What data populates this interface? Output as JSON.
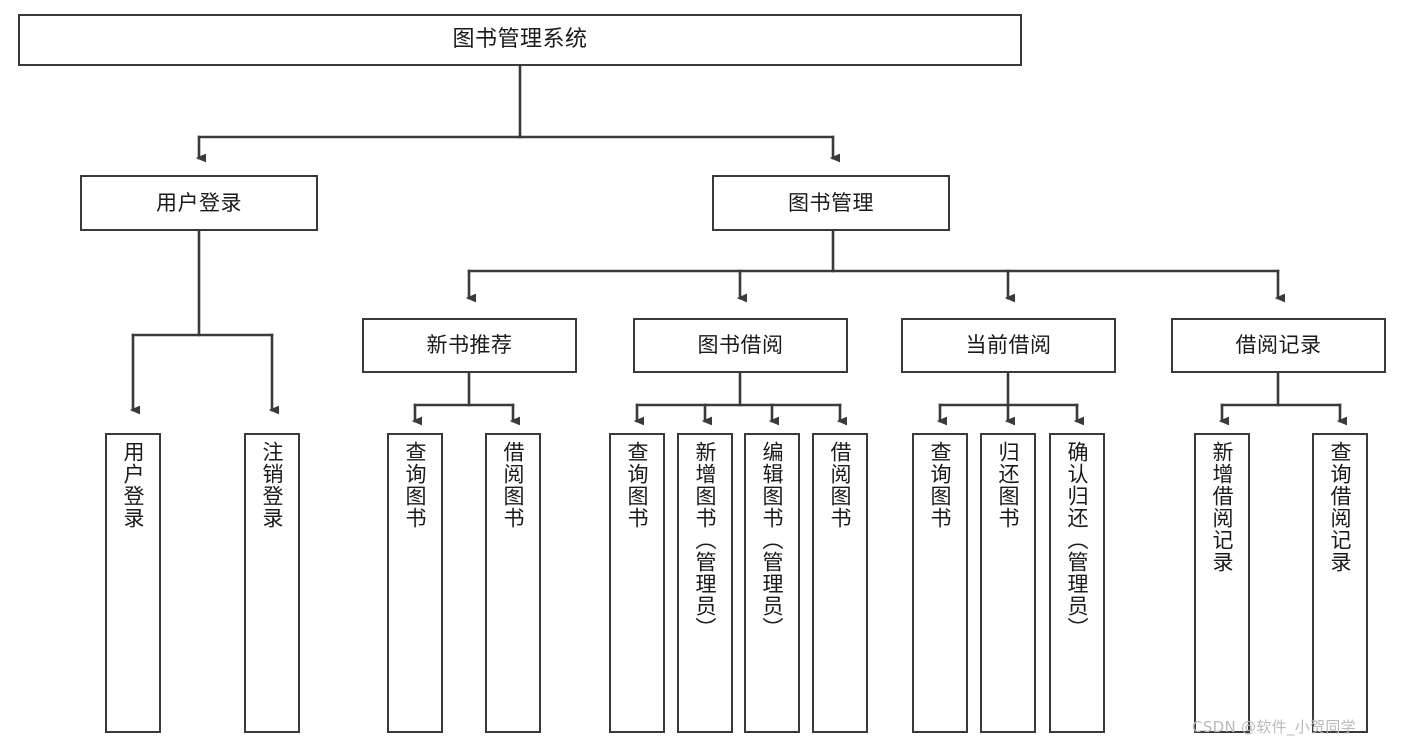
{
  "diagram": {
    "title": "图书管理系统",
    "watermark": "CSDN @软件_小贺同学",
    "stroke_color": "#3a3a3a",
    "text_color": "#1a1a1a",
    "background_color": "#ffffff",
    "watermark_color": "#b9b9b9"
  },
  "nodes": {
    "root": {
      "label": "图书管理系统"
    },
    "level2": [
      {
        "label": "用户登录"
      },
      {
        "label": "图书管理"
      }
    ],
    "level3": [
      {
        "label": "新书推荐"
      },
      {
        "label": "图书借阅"
      },
      {
        "label": "当前借阅"
      },
      {
        "label": "借阅记录"
      }
    ],
    "leaves": {
      "user_login": [
        {
          "label": "用户登录"
        },
        {
          "label": "注销登录"
        }
      ],
      "new_book": [
        {
          "label": "查询图书"
        },
        {
          "label": "借阅图书"
        }
      ],
      "book_borrow": [
        {
          "label": "查询图书"
        },
        {
          "label": "新增图书（管理员）"
        },
        {
          "label": "编辑图书（管理员）"
        },
        {
          "label": "借阅图书"
        }
      ],
      "current_borrow": [
        {
          "label": "查询图书"
        },
        {
          "label": "归还图书"
        },
        {
          "label": "确认归还（管理员）"
        }
      ],
      "borrow_record": [
        {
          "label": "新增借阅记录"
        },
        {
          "label": "查询借阅记录"
        }
      ]
    }
  }
}
